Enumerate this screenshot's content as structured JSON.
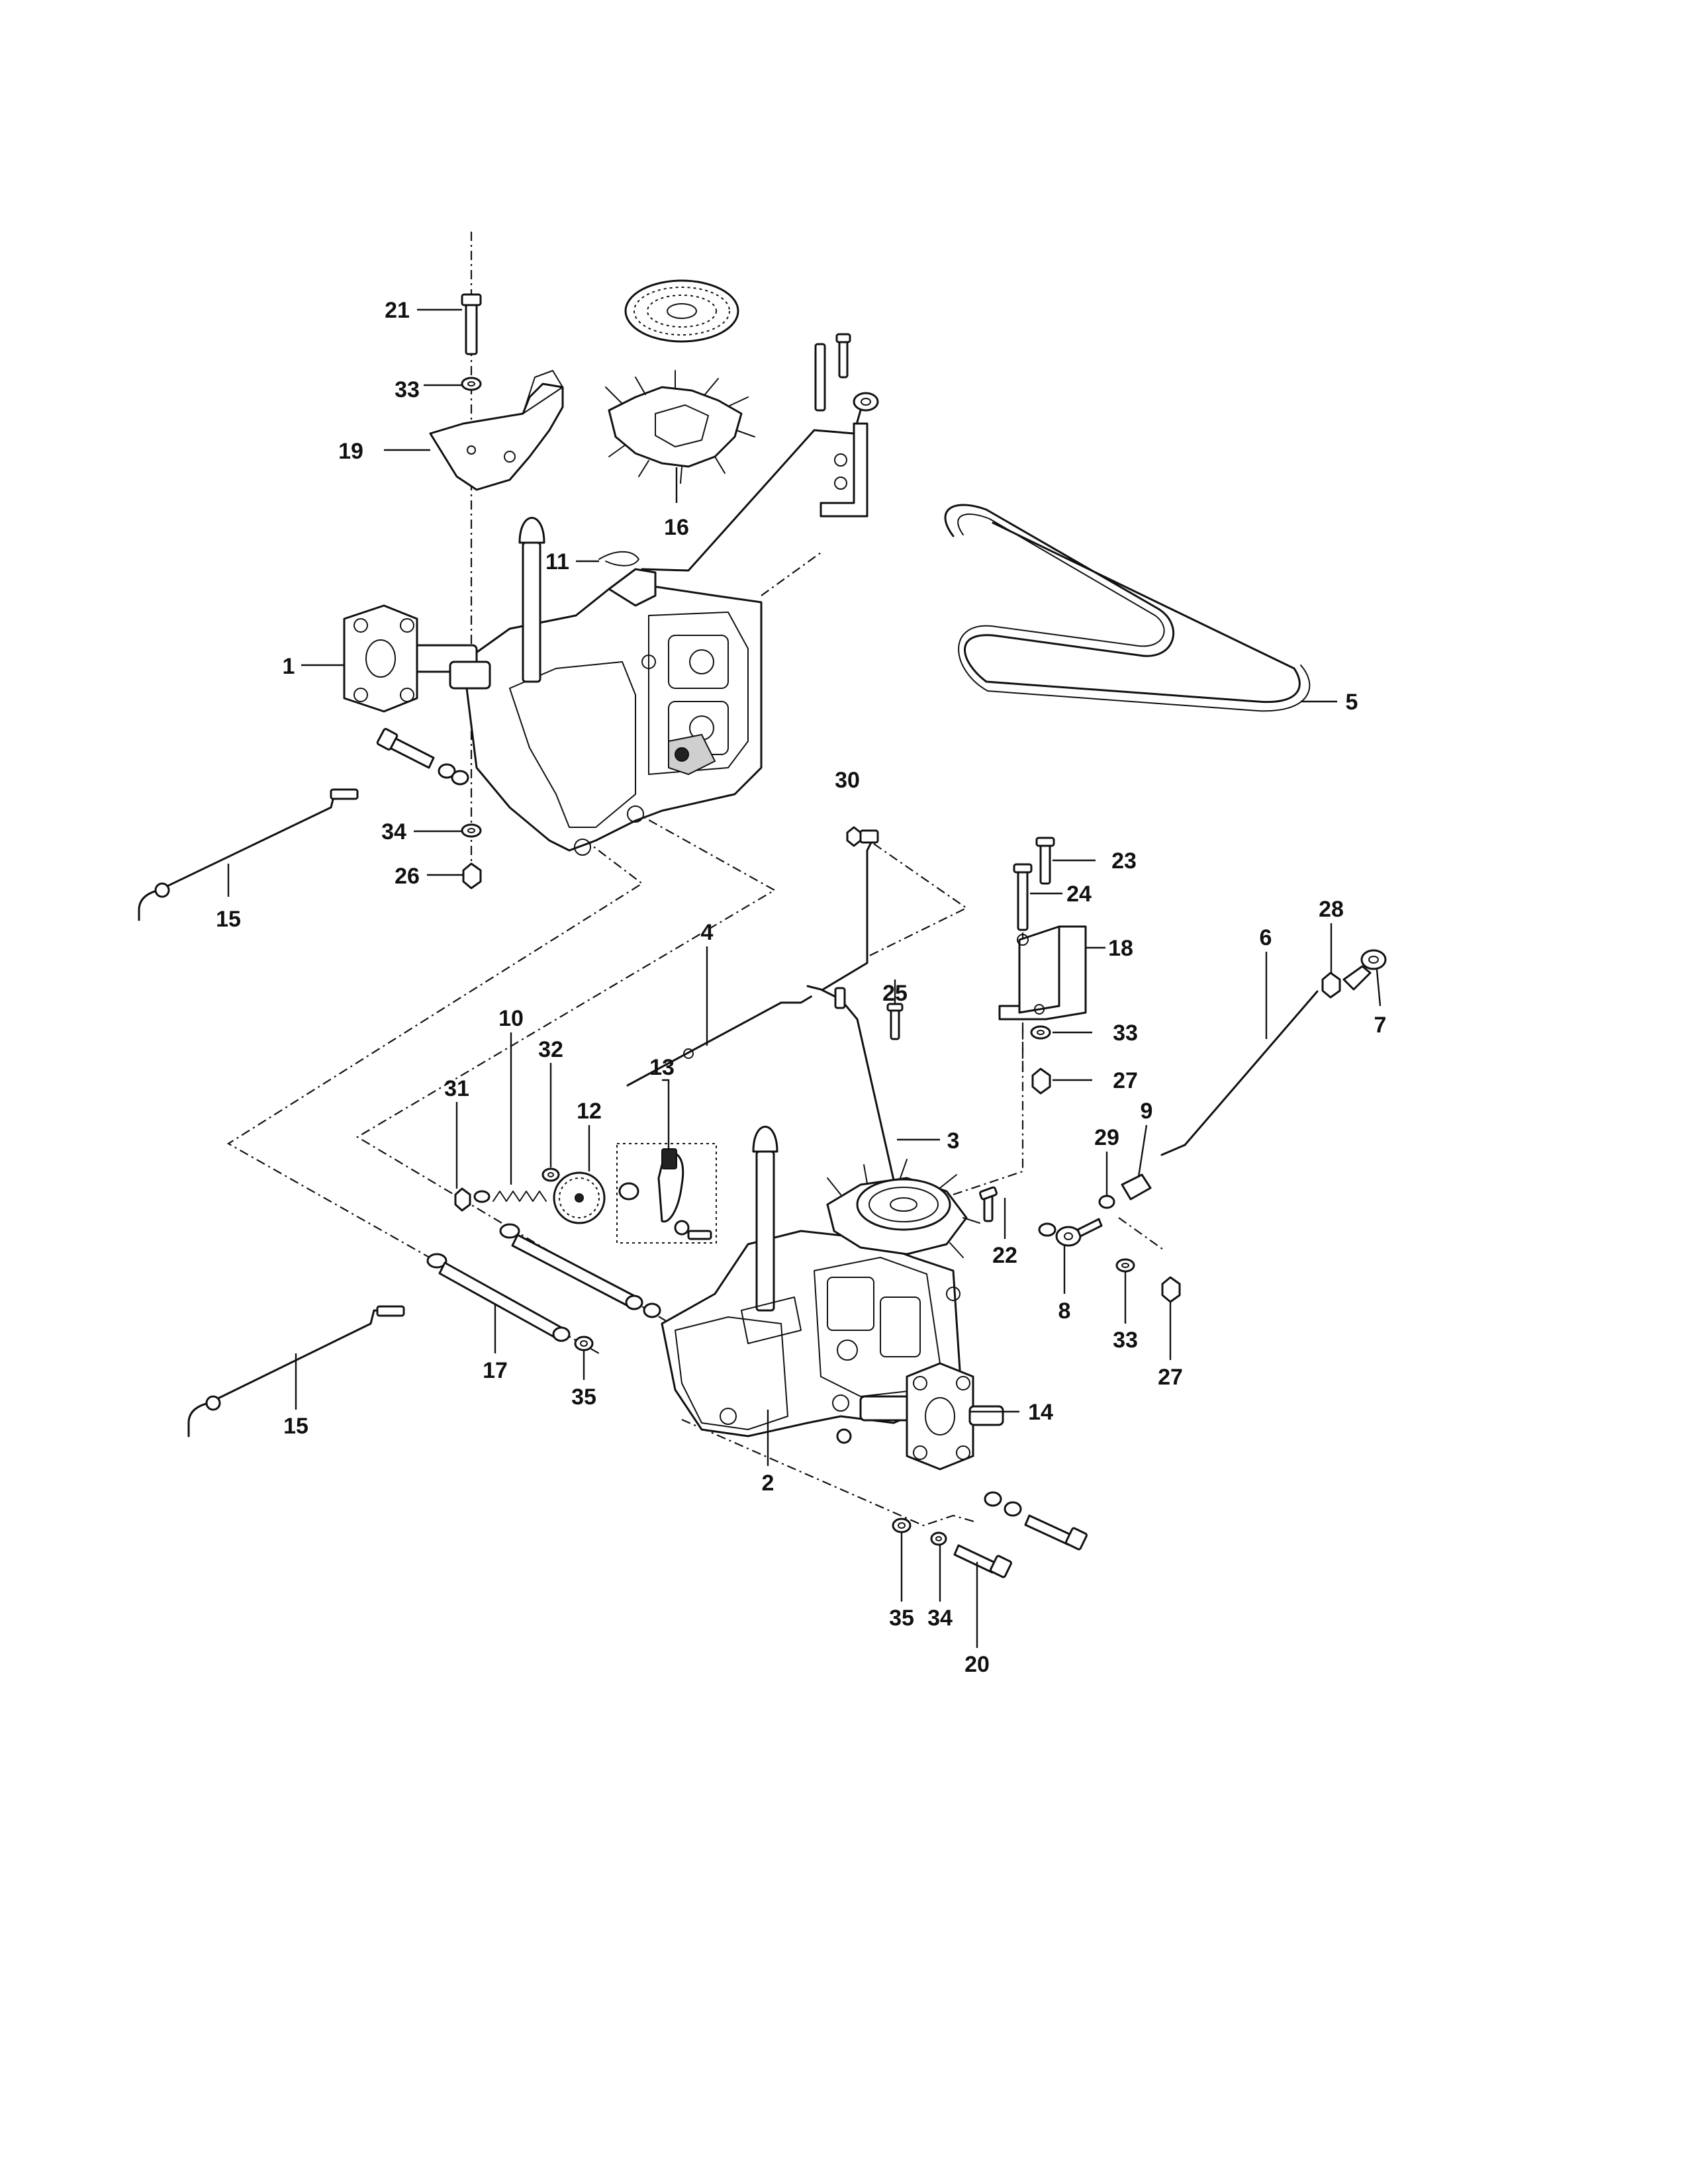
{
  "labels": {
    "l1": "1",
    "l2": "2",
    "l3": "3",
    "l4": "4",
    "l5": "5",
    "l6": "6",
    "l7": "7",
    "l8": "8",
    "l9": "9",
    "l10": "10",
    "l11": "11",
    "l12": "12",
    "l13": "13",
    "l14": "14",
    "l15a": "15",
    "l15b": "15",
    "l16": "16",
    "l17": "17",
    "l18": "18",
    "l19": "19",
    "l20": "20",
    "l21": "21",
    "l22": "22",
    "l23": "23",
    "l24": "24",
    "l25": "25",
    "l26": "26",
    "l27a": "27",
    "l27b": "27",
    "l28": "28",
    "l29": "29",
    "l30": "30",
    "l31": "31",
    "l32": "32",
    "l33a": "33",
    "l33b": "33",
    "l33c": "33",
    "l34a": "34",
    "l34b": "34",
    "l35a": "35",
    "l35b": "35"
  }
}
